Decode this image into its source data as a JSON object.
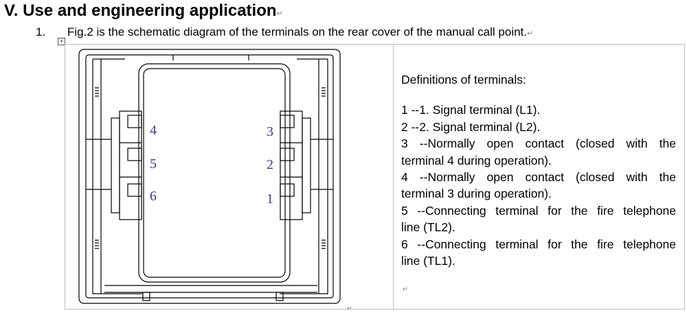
{
  "heading": "V. Use and engineering application",
  "item": {
    "number": "1.",
    "text": "Fig.2 is the schematic diagram of the terminals on the rear cover of the manual call point."
  },
  "diagram": {
    "left_terminals": [
      "4",
      "5",
      "6"
    ],
    "right_terminals": [
      "3",
      "2",
      "1"
    ]
  },
  "definitions": {
    "title": "Definitions of terminals:",
    "lines": [
      "1 --1. Signal terminal (L1).",
      "2 --2. Signal terminal (L2).",
      "3 --Normally open contact (closed with the",
      "terminal 4 during operation).",
      "4 --Normally open contact (closed with the",
      "terminal 3 during operation).",
      "5 --Connecting terminal for the fire telephone",
      "line (TL2).",
      "6 --Connecting terminal for the fire telephone",
      "line (TL1)."
    ]
  },
  "colors": {
    "terminal_numbers": "#3a3a8c",
    "table_border": "#bdbdbd"
  }
}
